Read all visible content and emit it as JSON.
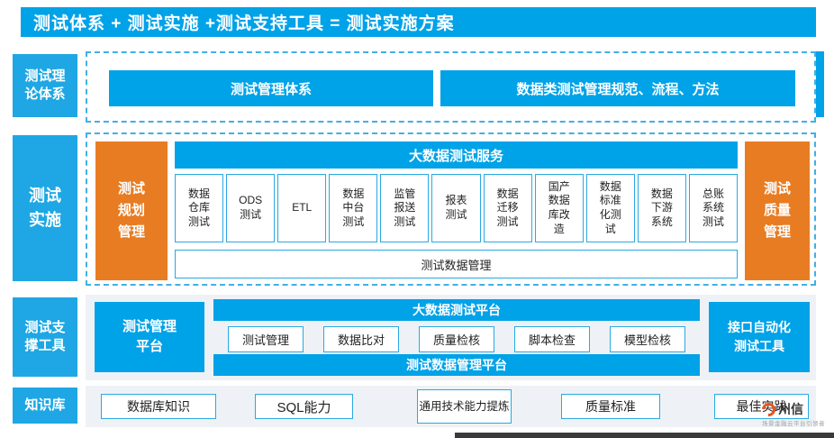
{
  "header": {
    "title": "测试体系 + 测试实施 +测试支持工具 = 测试实施方案"
  },
  "sidebar": {
    "theory": "测试理\n论体系",
    "implementation": "测试\n实施",
    "tools": "测试支\n撑工具",
    "knowledge": "知识库"
  },
  "theory_row": {
    "management_system": "测试管理体系",
    "standards": "数据类测试管理规范、流程、方法"
  },
  "implementation_row": {
    "plan_management": "测试\n规划\n管理",
    "quality_management": "测试\n质量\n管理",
    "service_header": "大数据测试服务",
    "services": [
      "数据仓库测试",
      "ODS测试",
      "ETL",
      "数据中台测试",
      "监管报送测试",
      "报表测试",
      "数据迁移测试",
      "国产数据库改造",
      "数据标准化测试",
      "数据下游系统",
      "总账系统测试"
    ],
    "data_management": "测试数据管理"
  },
  "tools_row": {
    "management_platform": "测试管理\n平台",
    "platform_header": "大数据测试平台",
    "platform_tools": [
      "测试管理",
      "数据比对",
      "质量检核",
      "脚本检查",
      "模型检核"
    ],
    "data_platform": "测试数据管理平台",
    "api_tool": "接口自动化\n测试工具"
  },
  "knowledge_row": {
    "items": [
      "数据库知识",
      "SQL能力",
      "通用技术能力提炼",
      "质量标准",
      "最佳实践"
    ]
  },
  "logo": {
    "text": "州信",
    "caption": "场景金融云平台引领者"
  },
  "colors": {
    "blue": "#00a2e8",
    "orange": "#e87c23",
    "border_blue": "#29a9e2"
  }
}
